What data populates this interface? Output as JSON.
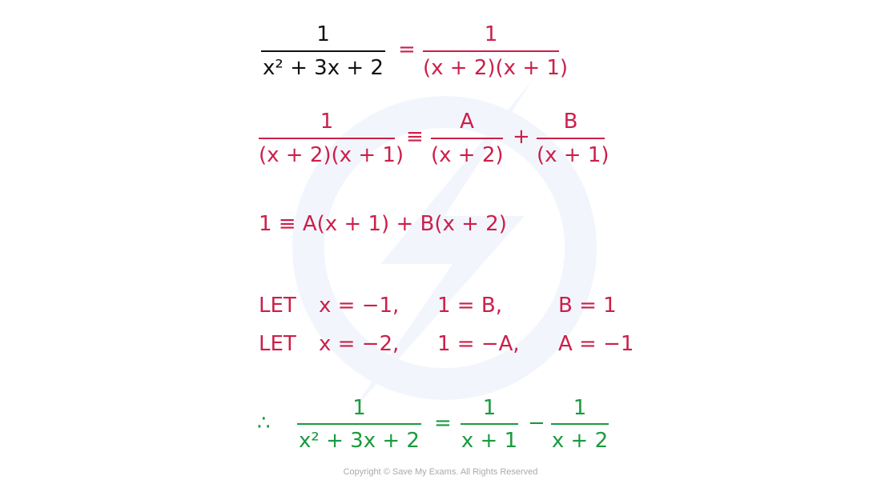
{
  "line1": {
    "lhs_num": "1",
    "lhs_den": "x² + 3x + 2",
    "op": "=",
    "rhs_num": "1",
    "rhs_den": "(x + 2)(x + 1)"
  },
  "line2": {
    "lhs_num": "1",
    "lhs_den": "(x + 2)(x + 1)",
    "op": "≡",
    "a_num": "A",
    "a_den": "(x + 2)",
    "plus": "+",
    "b_num": "B",
    "b_den": "(x + 1)"
  },
  "line3": {
    "text": "1 ≡ A(x + 1) + B(x + 2)"
  },
  "let_rows": [
    {
      "let": "LET",
      "sub": "x = −1,",
      "res": "1 = B,",
      "val": "B = 1"
    },
    {
      "let": "LET",
      "sub": "x = −2,",
      "res": "1 = −A,",
      "val": "A = −1"
    }
  ],
  "final": {
    "therefore": "∴",
    "lhs_num": "1",
    "lhs_den": "x² + 3x + 2",
    "op": "=",
    "t1_num": "1",
    "t1_den": "x + 1",
    "minus": "−",
    "t2_num": "1",
    "t2_den": "x + 2"
  },
  "copyright": "Copyright © Save My Exams. All Rights Reserved",
  "colors": {
    "red": "#cc1f4a",
    "black": "#111111",
    "green": "#1a9a3f",
    "watermark": "#3a7bd5"
  }
}
